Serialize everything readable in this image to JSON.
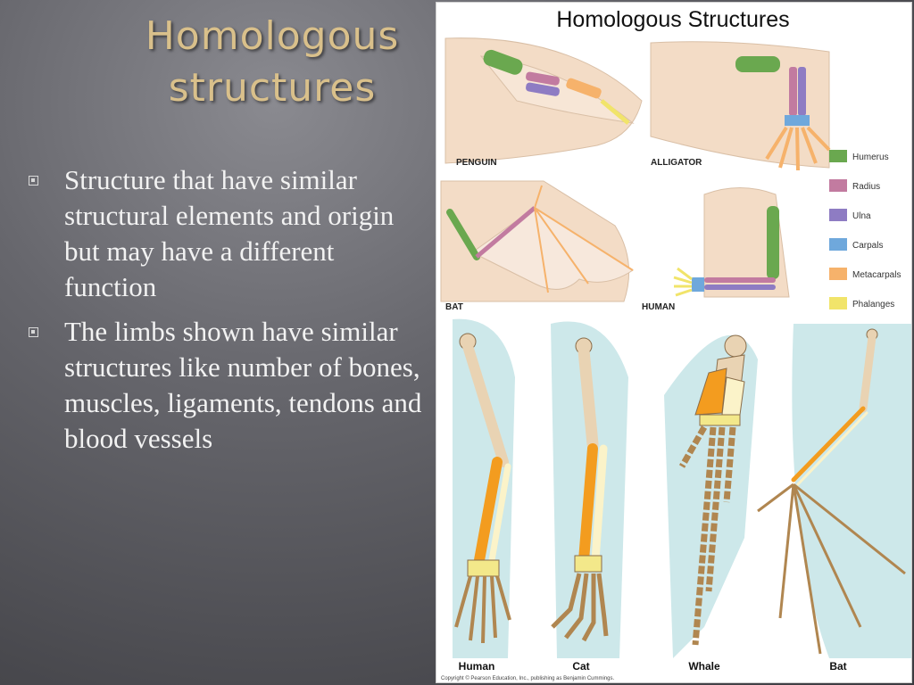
{
  "slide": {
    "title_line1": "Homologous",
    "title_line2": "structures",
    "bullets": [
      "Structure that have similar structural elements and origin but may have a different function",
      "The limbs shown have similar structures like number of bones, muscles, ligaments, tendons and blood vessels"
    ]
  },
  "figure": {
    "title": "Homologous Structures",
    "animals_top": [
      "PENGUIN",
      "ALLIGATOR",
      "BAT",
      "HUMAN"
    ],
    "legend": [
      {
        "label": "Humerus",
        "color": "#6aa84f"
      },
      {
        "label": "Radius",
        "color": "#c27ba0"
      },
      {
        "label": "Ulna",
        "color": "#8e7cc3"
      },
      {
        "label": "Carpals",
        "color": "#6fa8dc"
      },
      {
        "label": "Metacarpals",
        "color": "#f6b26b"
      },
      {
        "label": "Phalanges",
        "color": "#f1e46a"
      }
    ],
    "animals_bottom": [
      "Human",
      "Cat",
      "Whale",
      "Bat"
    ],
    "copyright": "Copyright © Pearson Education, Inc., publishing as Benjamin Cummings."
  },
  "colors": {
    "title": "#d9c08b",
    "skin": "#f3dcc6",
    "water": "#cde8ea",
    "bone": "#e9d3b3",
    "radius_orange": "#f39c1f",
    "ulna_cream": "#fbf3c9",
    "carpal_yellow": "#f3e88a",
    "digit_brown": "#b08650"
  }
}
